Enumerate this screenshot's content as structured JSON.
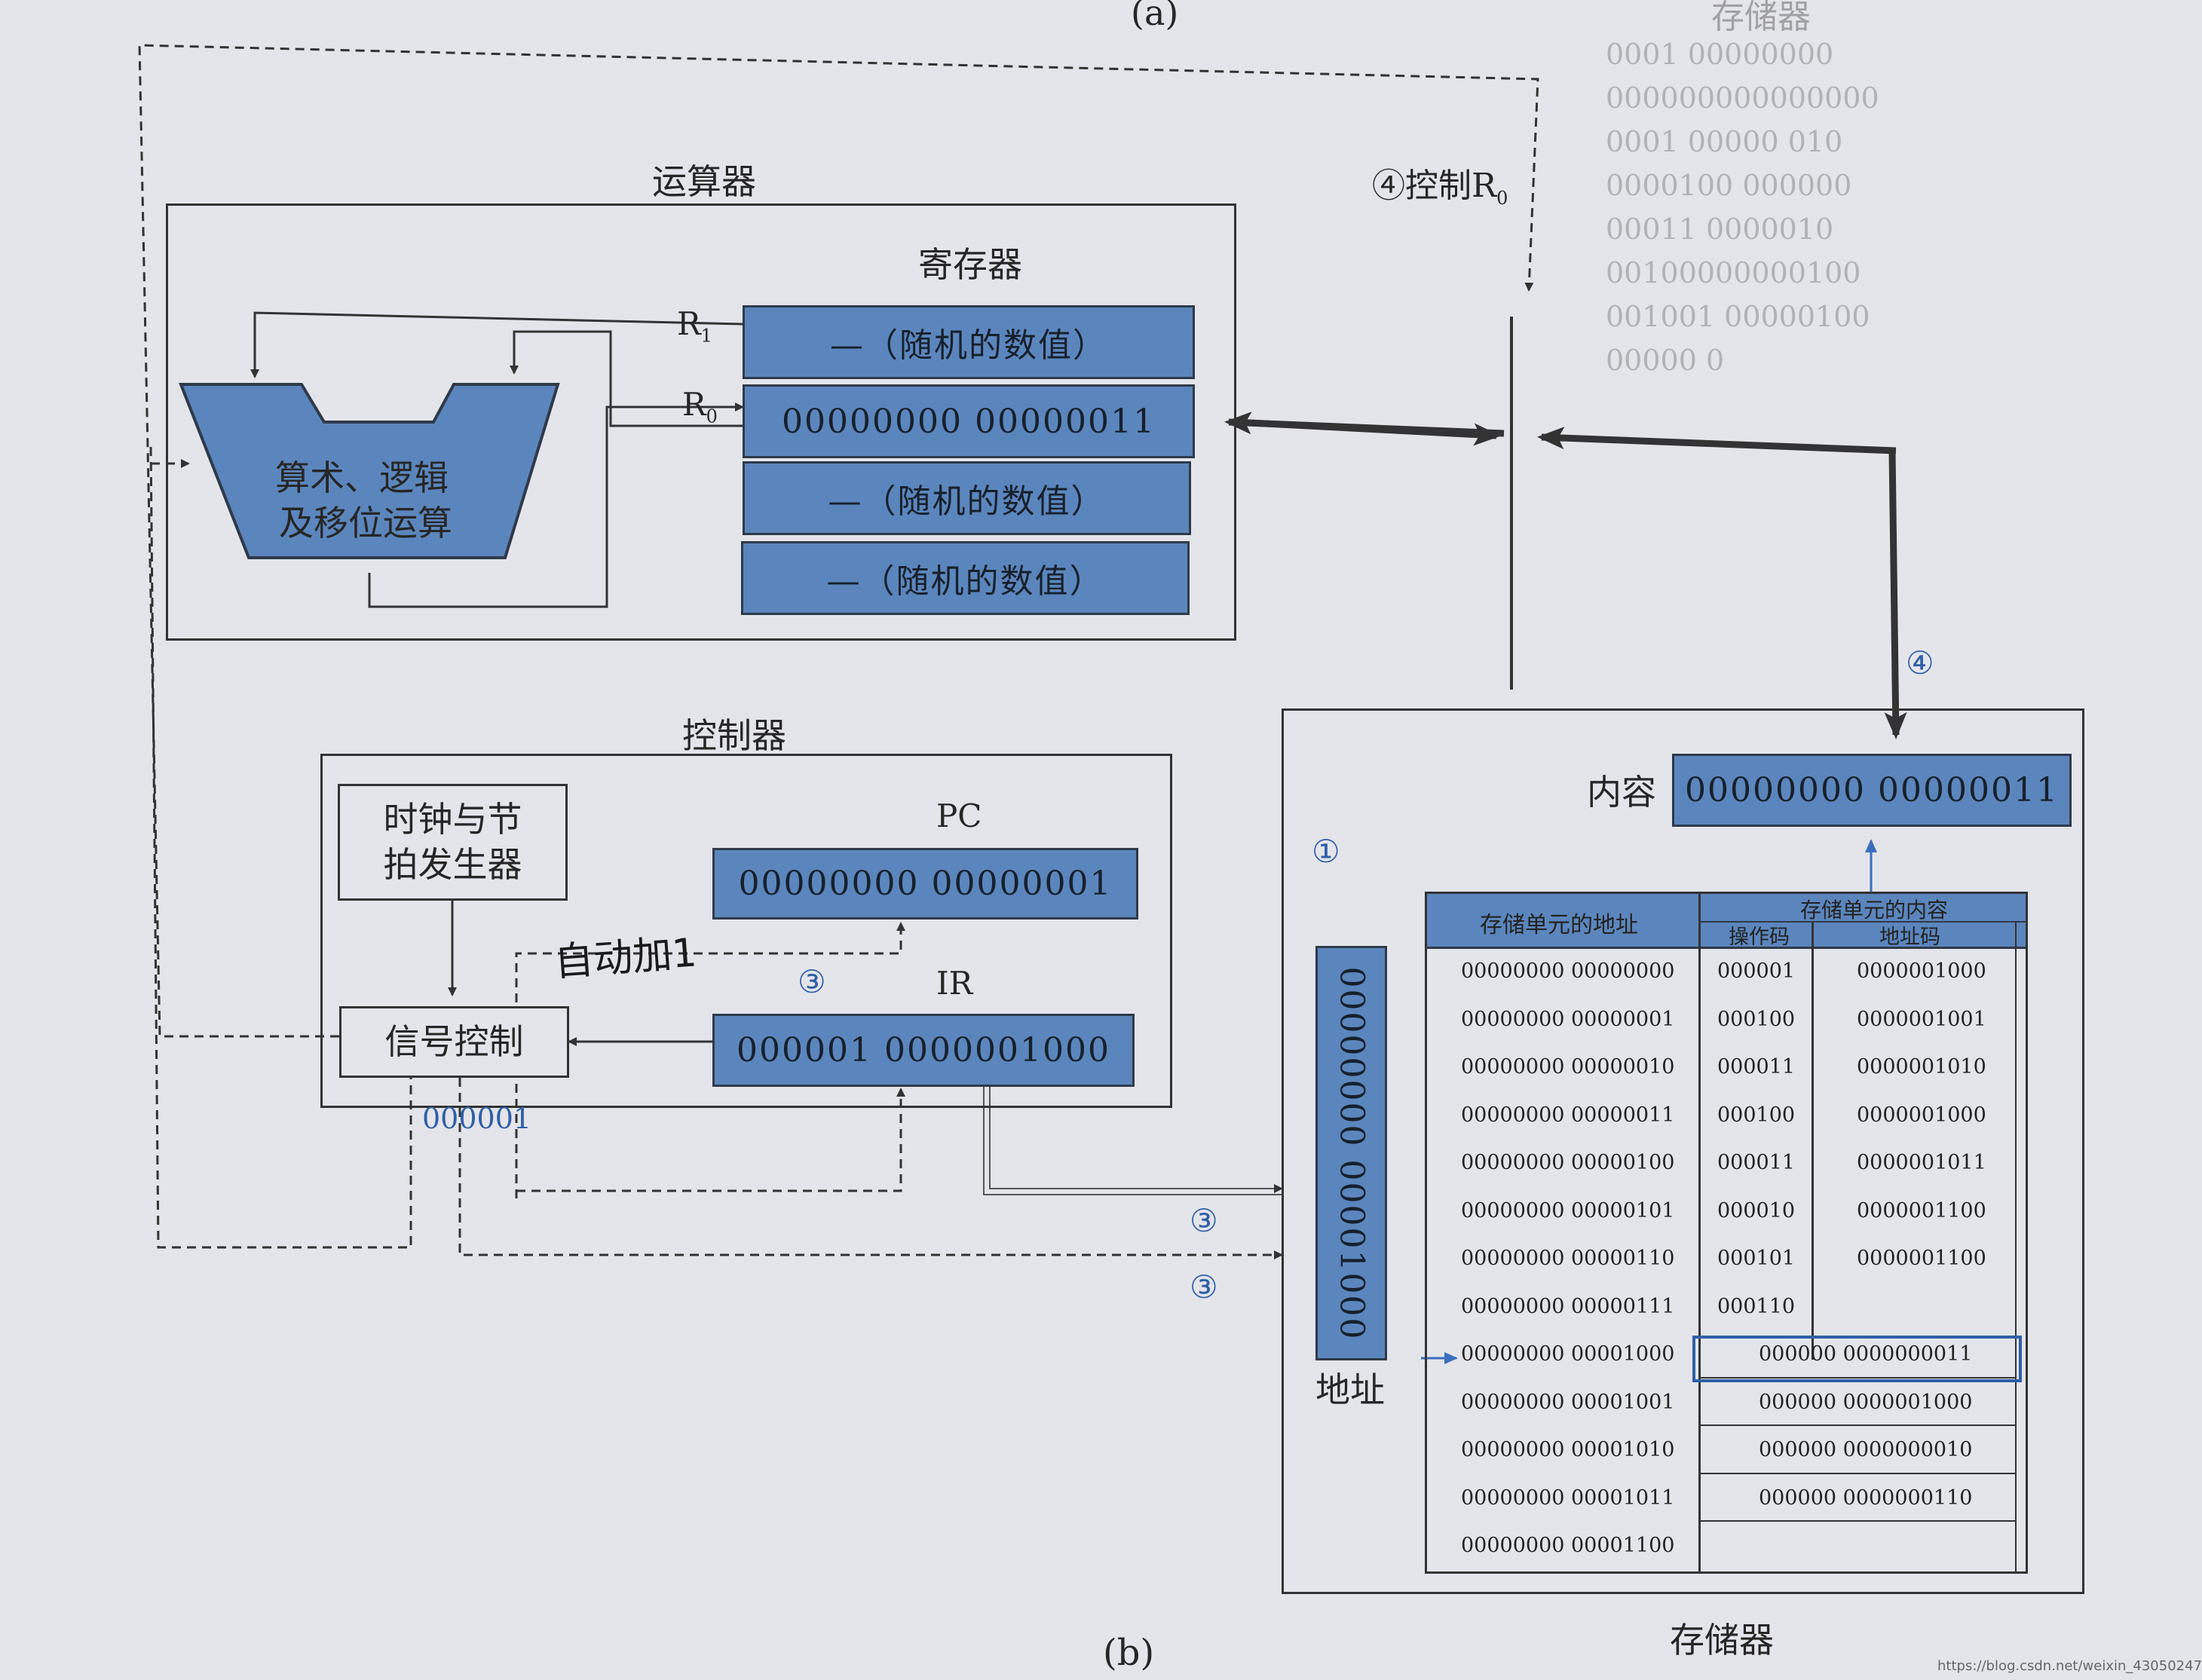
{
  "captions": {
    "top": "(a)",
    "bottom": "(b)"
  },
  "watermark": "https://blog.csdn.net/weixin_43050247",
  "bg_page": {
    "top_right": "存储器",
    "faint_rows": [
      "0001  00000000",
      "000000000000000",
      "0001  00000 010",
      "0000100 000000",
      "00011 0000010",
      "00100000000100",
      "001001 00000100",
      "00000 0"
    ]
  },
  "alu": {
    "title": "运算器",
    "register_group_title": "寄存器",
    "unit_label_line1": "算术、逻辑",
    "unit_label_line2": "及移位运算",
    "r1_label": "R",
    "r1_sub": "1",
    "r0_label": "R",
    "r0_sub": "0",
    "registers": [
      "—（随机的数值）",
      "00000000  00000011",
      "—（随机的数值）",
      "—（随机的数值）"
    ]
  },
  "control_signal_label": "④控制R",
  "control_signal_sub": "0",
  "controller": {
    "title": "控制器",
    "clock_line1": "时钟与节",
    "clock_line2": "拍发生器",
    "signal_control": "信号控制",
    "pc_label": "PC",
    "pc_value": "00000000  00000001",
    "ir_label": "IR",
    "ir_value": "000001  0000001000",
    "opcode_note": "000001",
    "handwritten_note": "自动加1",
    "step3": "③"
  },
  "memory": {
    "title": "存储器",
    "step1": "①",
    "step3a": "③",
    "step3b": "③",
    "step4": "④",
    "content_label": "内容",
    "content_value": "00000000  00000011",
    "address_label": "地址",
    "address_value": "00000000  00001000",
    "table": {
      "header_addr": "存储单元的地址",
      "header_content": "存储单元的内容",
      "header_opcode": "操作码",
      "header_operand": "地址码",
      "rows": [
        {
          "addr": "00000000  00000000",
          "op": "000001",
          "operand": "0000001000"
        },
        {
          "addr": "00000000  00000001",
          "op": "000100",
          "operand": "0000001001"
        },
        {
          "addr": "00000000  00000010",
          "op": "000011",
          "operand": "0000001010"
        },
        {
          "addr": "00000000  00000011",
          "op": "000100",
          "operand": "0000001000"
        },
        {
          "addr": "00000000  00000100",
          "op": "000011",
          "operand": "0000001011"
        },
        {
          "addr": "00000000  00000101",
          "op": "000010",
          "operand": "0000001100"
        },
        {
          "addr": "00000000  00000110",
          "op": "000101",
          "operand": "0000001100"
        },
        {
          "addr": "00000000  00000111",
          "op": "000110",
          "operand": ""
        },
        {
          "addr": "00000000  00001000",
          "data": "000000  0000000011"
        },
        {
          "addr": "00000000  00001001",
          "data": "000000  0000001000"
        },
        {
          "addr": "00000000  00001010",
          "data": "000000  0000000010"
        },
        {
          "addr": "00000000  00001011",
          "data": "000000  0000000110"
        },
        {
          "addr": "00000000  00001100",
          "data": ""
        }
      ]
    }
  },
  "colors": {
    "register_fill": "#5b86bd",
    "accent_blue": "#2f5fa8",
    "paper": "#e4e5ea"
  }
}
